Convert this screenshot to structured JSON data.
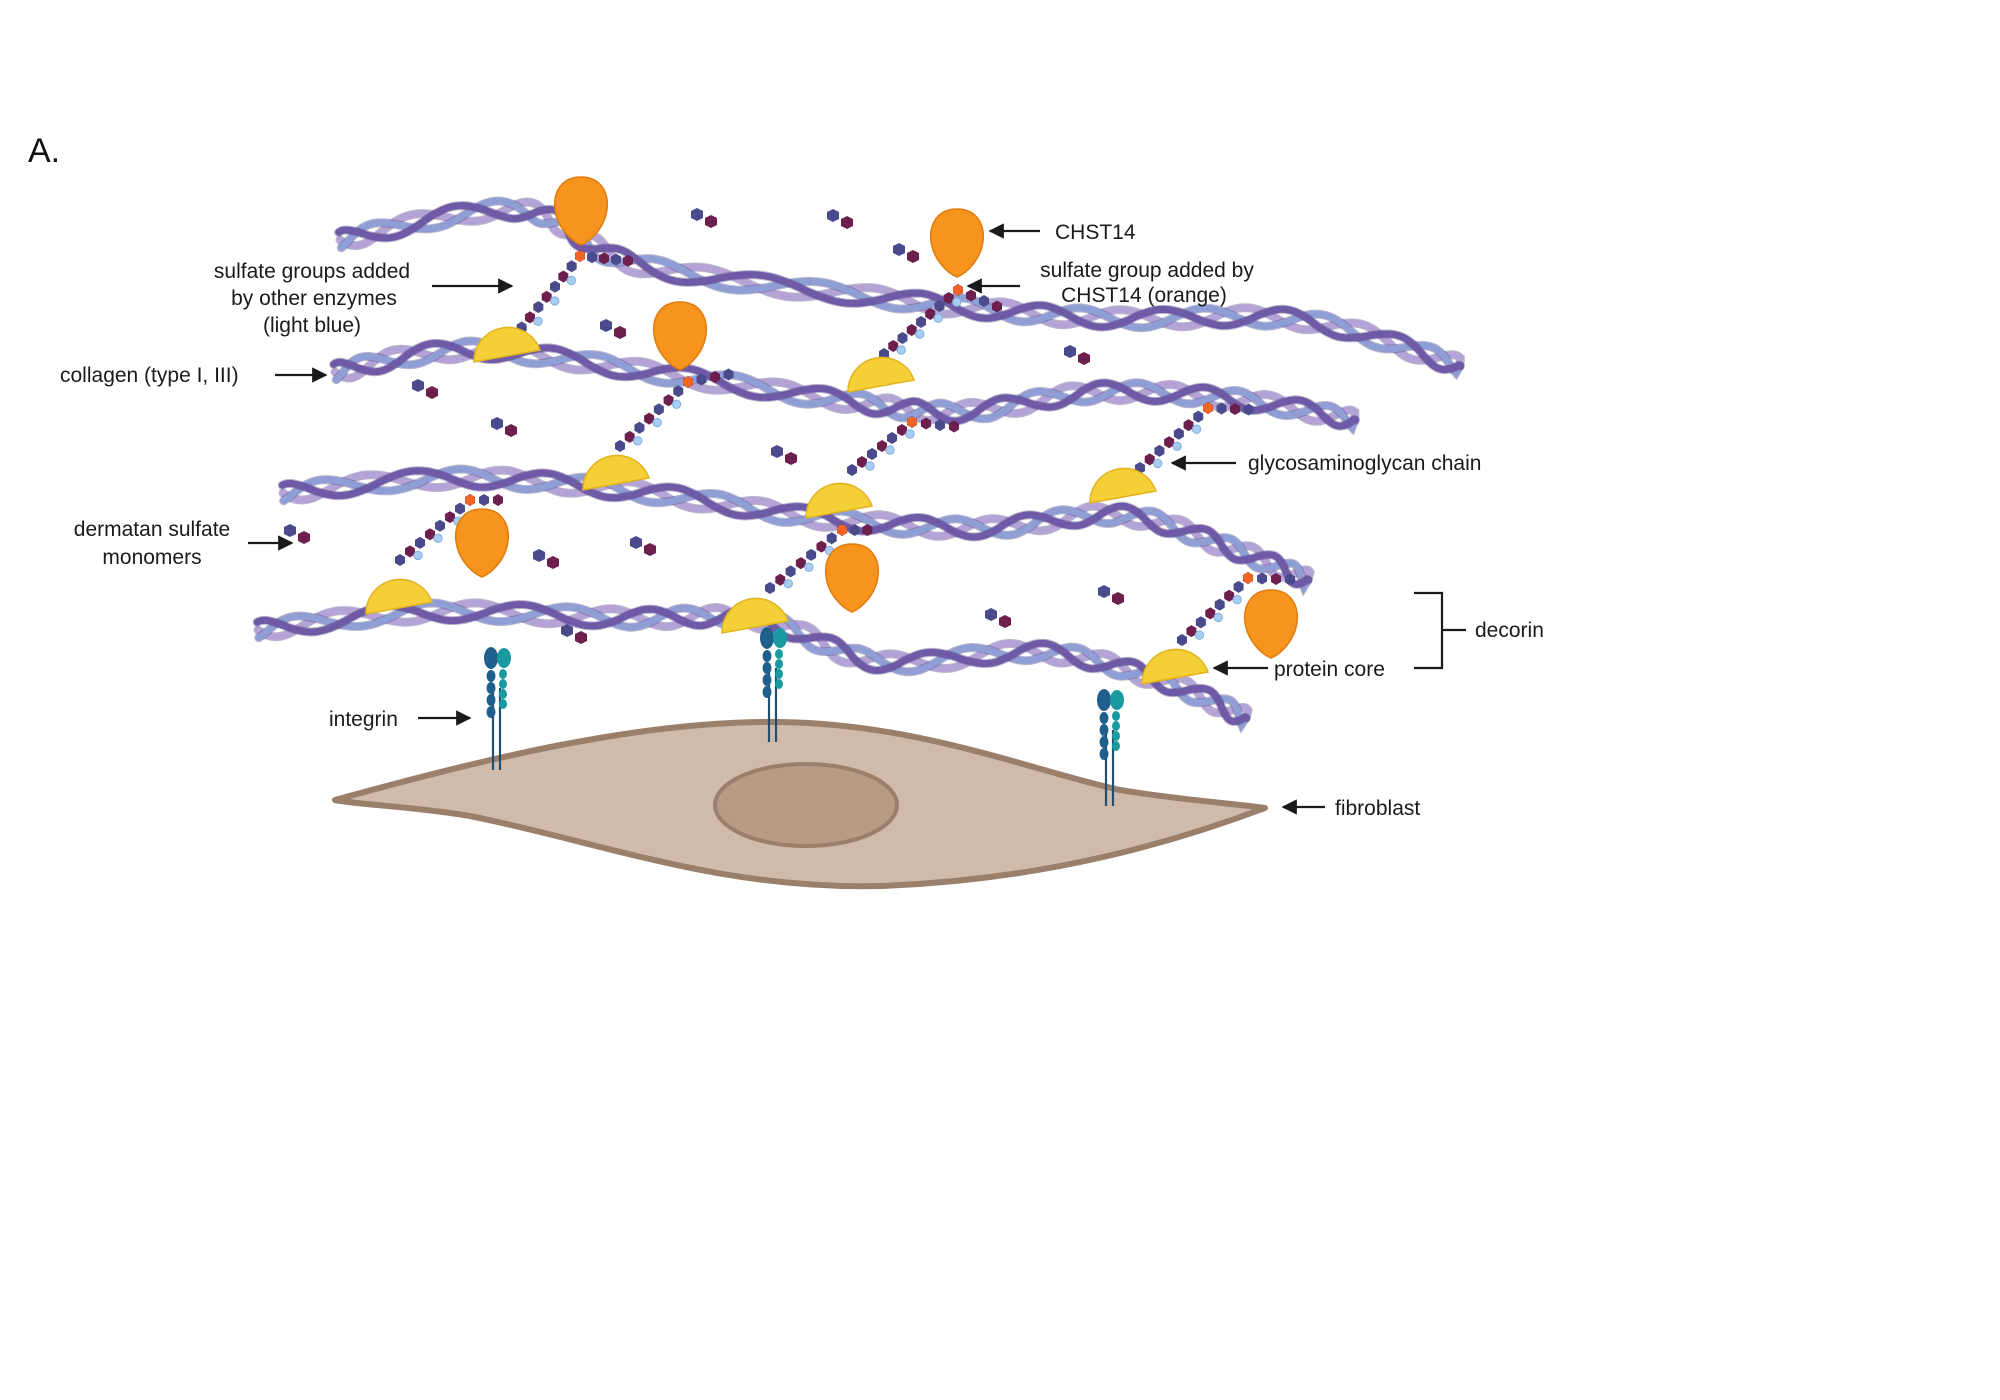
{
  "panel_label": "A.",
  "labels": {
    "chst14": "CHST14",
    "sulfate_other_1": "sulfate groups added",
    "sulfate_other_2": "by other enzymes",
    "sulfate_other_3": "(light blue)",
    "sulfate_chst14_1": "sulfate group added by",
    "sulfate_chst14_2": "CHST14 (orange)",
    "collagen": "collagen (type I, III)",
    "gag_chain": "glycosaminoglycan chain",
    "dermatan_1": "dermatan sulfate",
    "dermatan_2": "monomers",
    "decorin": "decorin",
    "protein_core": "protein core",
    "integrin": "integrin",
    "fibroblast": "fibroblast"
  },
  "colors": {
    "collagen_strand_dark": "#6e5aa6",
    "collagen_strand_light": "#b3a3d6",
    "collagen_strand_blue": "#8f9fd6",
    "chst14_enzyme": "#f7941d",
    "protein_core": "#f5cf38",
    "gag_unit_purple": "#4a4a8c",
    "gag_unit_maroon": "#6d1f4e",
    "sulfate_light_blue": "#a9cdf0",
    "sulfate_orange": "#f26522",
    "integrin_dark": "#1f5f8b",
    "integrin_teal": "#1a9aa0",
    "fibroblast_fill": "#d0bbab",
    "fibroblast_outline": "#9a7f6b",
    "nucleus_fill": "#b89b87"
  }
}
